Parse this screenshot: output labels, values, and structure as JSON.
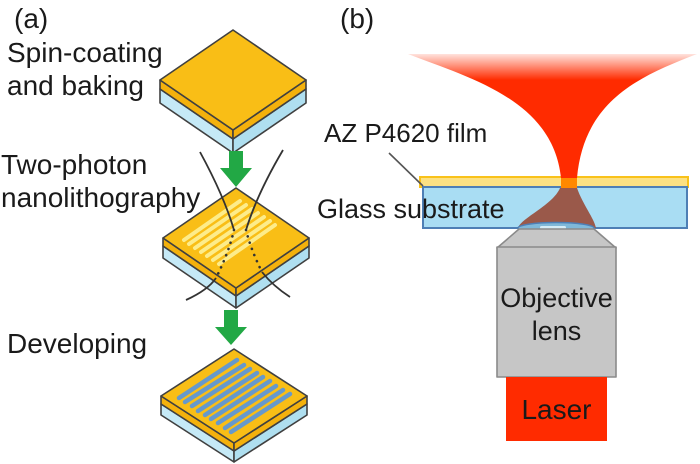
{
  "panel_a": {
    "label": "(a)",
    "step1_label": "Spin-coating\nand baking",
    "step2_label": "Two-photon\nnanolithography",
    "step3_label": "Developing"
  },
  "panel_b": {
    "label": "(b)",
    "film_label": "AZ P4620 film",
    "substrate_label": "Glass substrate",
    "objective_label": "Objective\nlens",
    "laser_label": "Laser"
  },
  "colors": {
    "text": "#1a1a1a",
    "photoresist_gold": "#F9BE16",
    "photoresist_side": "#F4B10C",
    "substrate_blue": "#C5E9F6",
    "substrate_side": "#AFDFF0",
    "outline": "#404040",
    "arrow_green": "#22A845",
    "written_line": "#FDEC8A",
    "developed_line": "#6699CC",
    "beam_red": "#FF2B00",
    "beam_orange": "#FF8800",
    "beam_in_glass": "#9A594A",
    "film_fill": "#FCE183",
    "film_border": "#F9C21A",
    "glass_fill": "#A9DDF3",
    "glass_border": "#4E7FB5",
    "lens_gray": "#C6C6C6",
    "lens_border": "#8A8A8A",
    "lens_glass_blue": "#7FB8D9",
    "laser_red": "#FF2B00"
  }
}
